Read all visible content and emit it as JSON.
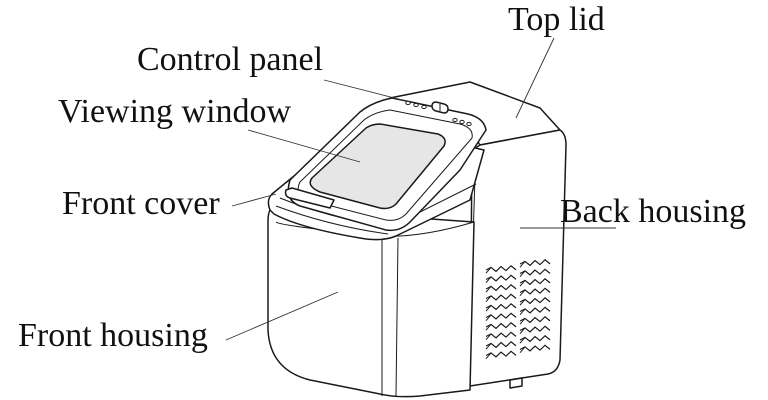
{
  "labels": {
    "top_lid": "Top lid",
    "control_panel": "Control panel",
    "viewing_window": "Viewing window",
    "front_cover": "Front cover",
    "back_housing": "Back housing",
    "front_housing": "Front housing"
  },
  "colors": {
    "line": "#1a1a1a",
    "panel_shade": "#e6e6e6",
    "background": "#ffffff"
  }
}
